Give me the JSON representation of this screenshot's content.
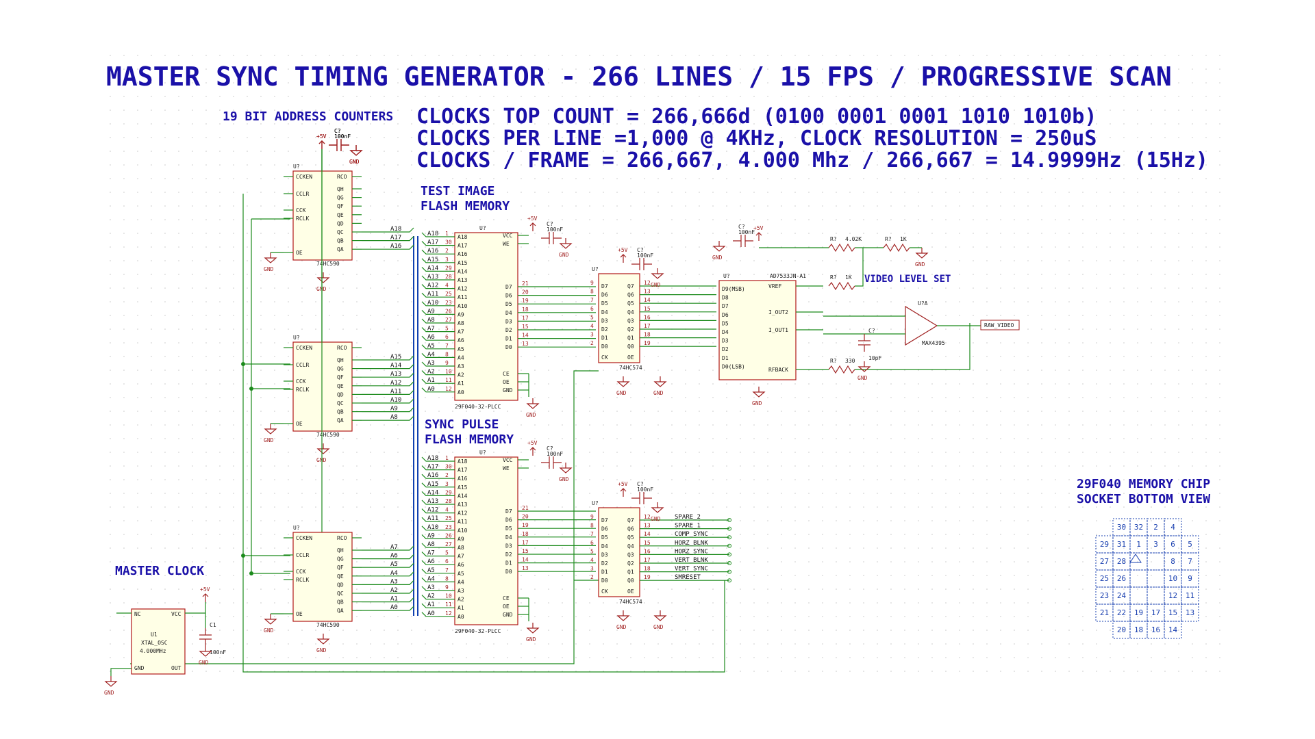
{
  "title": "MASTER SYNC TIMING GENERATOR - 266 LINES / 15 FPS / PROGRESSIVE SCAN",
  "info_lines": [
    "CLOCKS TOP COUNT = 266,666d (0100 0001 0001 1010 1010b)",
    "CLOCKS PER LINE =1,000 @ 4KHz, CLOCK RESOLUTION = 250uS",
    "CLOCKS / FRAME = 266,667, 4.000 Mhz / 266,667 = 14.9999Hz (15Hz)"
  ],
  "section_labels": {
    "counters": "19 BIT ADDRESS COUNTERS",
    "test_image": [
      "TEST IMAGE",
      "FLASH MEMORY"
    ],
    "sync_pulse": [
      "SYNC PULSE",
      "FLASH MEMORY"
    ],
    "master_clock": "MASTER CLOCK",
    "video_level": "VIDEO LEVEL SET",
    "socket": [
      "29F040 MEMORY CHIP",
      "SOCKET BOTTOM VIEW"
    ]
  },
  "power": {
    "vcc": "+5V",
    "gnd": "GND"
  },
  "caps": {
    "ref": "C?",
    "value": "100nF",
    "c1_ref": "C1",
    "c1_value": "100nF",
    "comp_value": "10pF"
  },
  "counters": {
    "ref": "U?",
    "part": "74HC590",
    "pins_left": [
      "CCKEN",
      "CCLR",
      "CCK",
      "RCLK",
      "OE"
    ],
    "pins_right": [
      "RCO",
      "QH",
      "QG",
      "QF",
      "QE",
      "QD",
      "QC",
      "QB",
      "QA"
    ],
    "nets_top": [
      "A18",
      "A17",
      "A16"
    ],
    "nets_mid": [
      "A15",
      "A14",
      "A13",
      "A12",
      "A11",
      "A10",
      "A9",
      "A8"
    ],
    "nets_bot": [
      "A7",
      "A6",
      "A5",
      "A4",
      "A3",
      "A2",
      "A1",
      "A0"
    ]
  },
  "flash": {
    "ref": "U?",
    "part": "29F040-32-PLCC",
    "addr_pins": [
      "A18",
      "A17",
      "A16",
      "A15",
      "A14",
      "A13",
      "A12",
      "A11",
      "A10",
      "A9",
      "A8",
      "A7",
      "A6",
      "A5",
      "A4",
      "A3",
      "A2",
      "A1",
      "A0"
    ],
    "addr_pin_numbers": [
      "1",
      "30",
      "2",
      "3",
      "29",
      "28",
      "4",
      "25",
      "23",
      "26",
      "27",
      "5",
      "6",
      "7",
      "8",
      "9",
      "10",
      "11",
      "12"
    ],
    "data_pins": [
      "D7",
      "D6",
      "D5",
      "D4",
      "D3",
      "D2",
      "D1",
      "D0"
    ],
    "data_pin_numbers": [
      "21",
      "20",
      "19",
      "18",
      "17",
      "15",
      "14",
      "13"
    ],
    "ctrl_pins": [
      "VCC",
      "WE",
      "CE",
      "OE",
      "GND"
    ]
  },
  "latch": {
    "ref": "U?",
    "part": "74HC574",
    "in_pins": [
      "D7",
      "D6",
      "D5",
      "D4",
      "D3",
      "D2",
      "D1",
      "D0"
    ],
    "out_pins": [
      "Q7",
      "Q6",
      "Q5",
      "Q4",
      "Q3",
      "Q2",
      "Q1",
      "Q0"
    ],
    "in_numbers": [
      "9",
      "8",
      "7",
      "6",
      "5",
      "4",
      "3",
      "2"
    ],
    "out_numbers": [
      "12",
      "13",
      "14",
      "15",
      "16",
      "17",
      "18",
      "19"
    ]
  },
  "sync_outputs": [
    "SPARE_2",
    "SPARE_1",
    "COMP_SYNC",
    "HORZ_BLNK",
    "HORZ_SYNC",
    "VERT_BLNK",
    "VERT_SYNC",
    "SMRESET"
  ],
  "dac": {
    "ref": "U?",
    "part": "AD7533JN-A1",
    "pins_left": [
      "D9(MSB)",
      "D8",
      "D7",
      "D6",
      "D5",
      "D4",
      "D3",
      "D2",
      "D1",
      "D0(LSB)"
    ],
    "pins_right": [
      "VREF",
      "I_OUT2",
      "I_OUT1",
      "RFBACK"
    ]
  },
  "resistors": [
    {
      "ref": "R?",
      "value": "4.02K"
    },
    {
      "ref": "R?",
      "value": "1K"
    },
    {
      "ref": "R?",
      "value": "1K"
    },
    {
      "ref": "R?",
      "value": "330"
    }
  ],
  "opamp": {
    "ref": "U?A",
    "part": "MAX4395",
    "output": "RAW_VIDEO"
  },
  "oscillator": {
    "ref": "U1",
    "part": "XTAL_OSC",
    "freq": "4.000MHz",
    "pins": [
      "NC",
      "VCC",
      "GND",
      "OUT"
    ]
  },
  "socket_grid": [
    [
      "",
      "30",
      "32",
      "2",
      "4",
      ""
    ],
    [
      "29",
      "31",
      "1",
      "3",
      "6",
      "5"
    ],
    [
      "27",
      "28",
      "",
      "",
      "8",
      "7"
    ],
    [
      "25",
      "26",
      "",
      "",
      "10",
      "9"
    ],
    [
      "23",
      "24",
      "",
      "",
      "12",
      "11"
    ],
    [
      "21",
      "22",
      "19",
      "17",
      "15",
      "13"
    ],
    [
      "",
      "20",
      "18",
      "16",
      "14",
      ""
    ]
  ]
}
